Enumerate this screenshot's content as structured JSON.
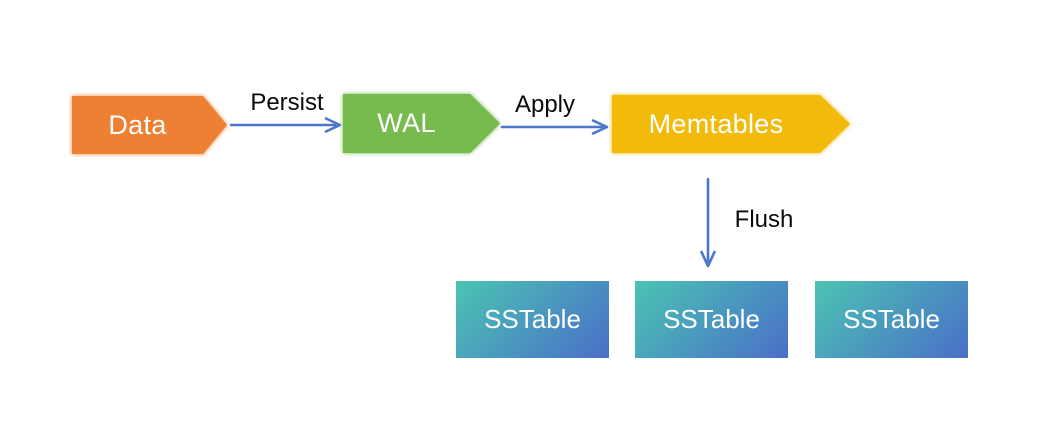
{
  "diagram": {
    "background": "#ffffff",
    "nodes": {
      "data": {
        "label": "Data",
        "fill": "#ED8033",
        "text_color": "#ffffff"
      },
      "wal": {
        "label": "WAL",
        "fill": "#77BA4D",
        "text_color": "#ffffff"
      },
      "memtables": {
        "label": "Memtables",
        "fill": "#F2BA0B",
        "text_color": "#ffffff"
      },
      "sstables": [
        {
          "label": "SSTable"
        },
        {
          "label": "SSTable"
        },
        {
          "label": "SSTable"
        }
      ],
      "sstable_style": {
        "gradient_start": "#4BC4B2",
        "gradient_end": "#4A6FC9",
        "text_color": "#ffffff"
      }
    },
    "edges": {
      "persist": {
        "label": "Persist"
      },
      "apply": {
        "label": "Apply"
      },
      "flush": {
        "label": "Flush"
      },
      "arrow_color": "#4A76CC",
      "label_color": "#0A0A0A"
    }
  }
}
